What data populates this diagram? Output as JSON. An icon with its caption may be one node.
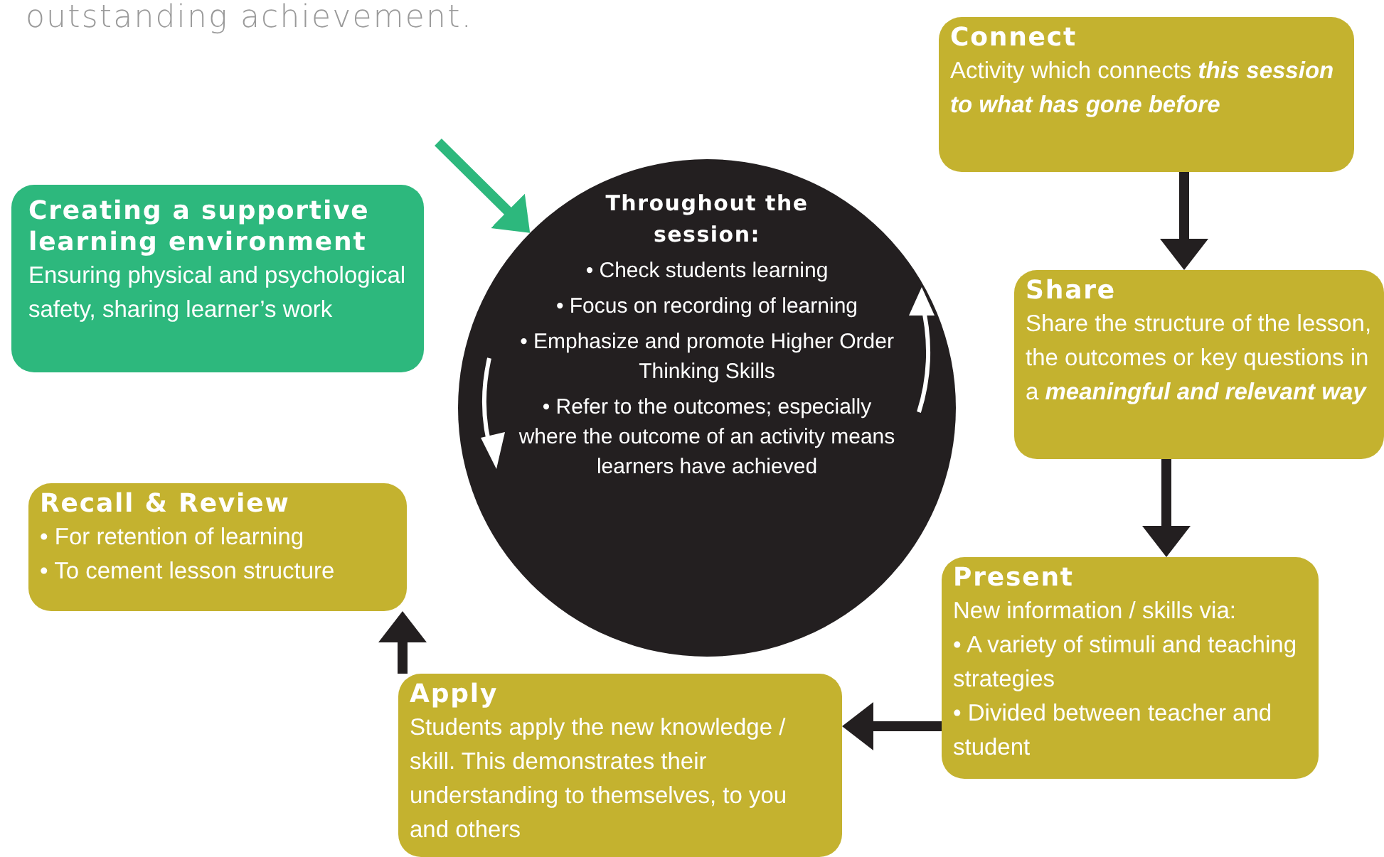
{
  "diagram": {
    "nodes": [
      {
        "text": [
          "Creating a supportive learning environment",
          "Ensuring physical and psychological safety, sharing learner’s work"
        ]
      },
      {
        "text": [
          "Throughout the session:",
          "• Check students learning",
          "• Focus on recording of learning",
          "• Emphasize and promote Higher Order Thinking Skills",
          "• Refer to the outcomes; especially where the outcome of an activity means learners have achieved"
        ]
      },
      {
        "text": [
          "Connect",
          "Activity which connects **this session to what has gone before**"
        ]
      },
      {
        "text": [
          "Share",
          "Share the structure of the lesson, the outcomes or key questions in a **meaningful and relevant way**"
        ]
      },
      {
        "text": [
          "Present",
          "New information / skills via:",
          "• A variety of stimuli and teaching strategies",
          "• Divided between teacher and student"
        ]
      },
      {
        "text": [
          "Apply",
          "Students apply the new knowledge / skill. This demonstrates their understanding to themselves, to you and others"
        ]
      },
      {
        "text": [
          "Recall & Review",
          "• For retention of learning",
          "• To cement lesson structure"
        ]
      }
    ],
    "edges": [
      {
        "from": null,
        "to": 1,
        "arrow": "to",
        "color": "#2db87d"
      },
      {
        "from": 2,
        "to": 3,
        "arrow": "to"
      },
      {
        "from": 3,
        "to": 4,
        "arrow": "to"
      },
      {
        "from": 4,
        "to": 5,
        "arrow": "to"
      },
      {
        "from": 5,
        "to": 6,
        "arrow": "to"
      }
    ],
    "labels": [
      "outstanding achievement."
    ]
  }
}
